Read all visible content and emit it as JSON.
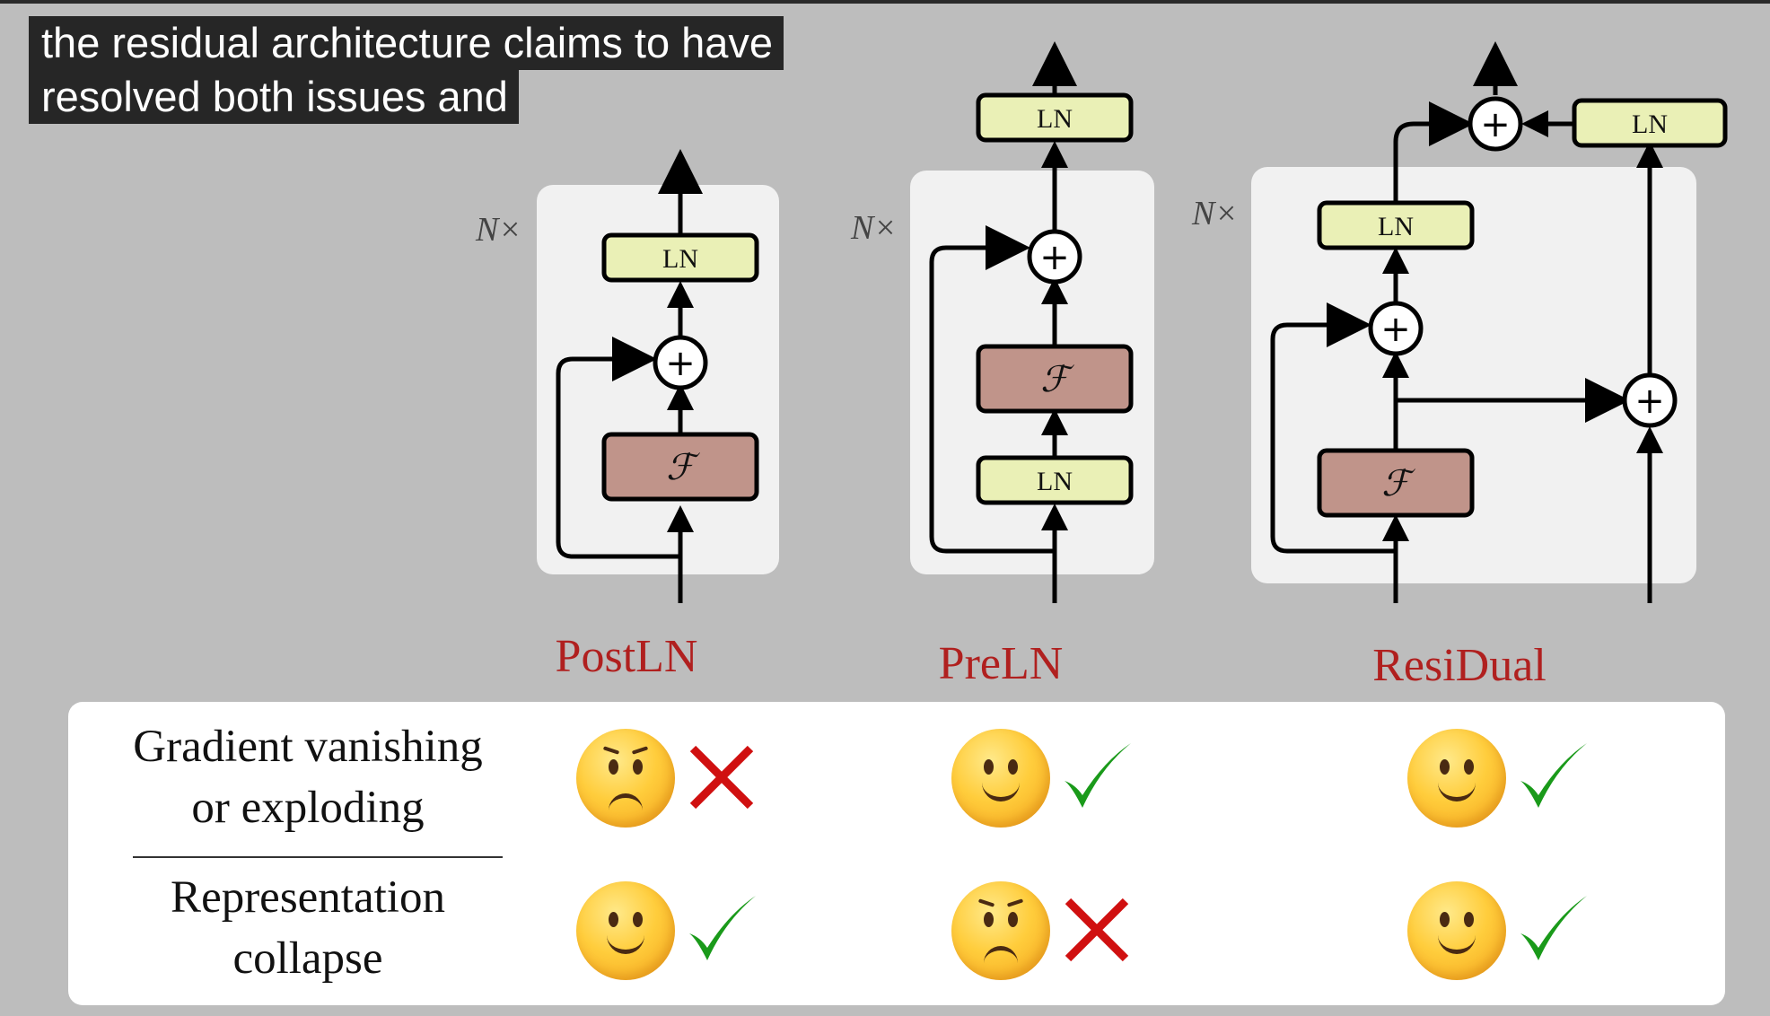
{
  "caption": {
    "line1": "the residual architecture claims to have",
    "line2": "resolved both issues and"
  },
  "diagrams": [
    {
      "name": "PostLN",
      "repeat": "N×",
      "ln": "LN",
      "f": "ℱ"
    },
    {
      "name": "PreLN",
      "repeat": "N×",
      "ln": "LN",
      "f": "ℱ"
    },
    {
      "name": "ResiDual",
      "repeat": "N×",
      "ln": "LN",
      "f": "ℱ"
    }
  ],
  "table": {
    "rows": [
      {
        "label_line1": "Gradient vanishing",
        "label_line2": "or exploding",
        "results": [
          {
            "face": "sad",
            "mark": "cross"
          },
          {
            "face": "smile",
            "mark": "check"
          },
          {
            "face": "smile",
            "mark": "check"
          }
        ]
      },
      {
        "label_line1": "Representation",
        "label_line2": "collapse",
        "results": [
          {
            "face": "smile",
            "mark": "check"
          },
          {
            "face": "sad",
            "mark": "cross"
          },
          {
            "face": "smile",
            "mark": "check"
          }
        ]
      }
    ]
  },
  "colors": {
    "title_red": "#b0201f",
    "ln_fill": "#eaf0b6",
    "f_fill": "#c0948a",
    "check_green": "#1a9a1a",
    "cross_red": "#d01010"
  }
}
